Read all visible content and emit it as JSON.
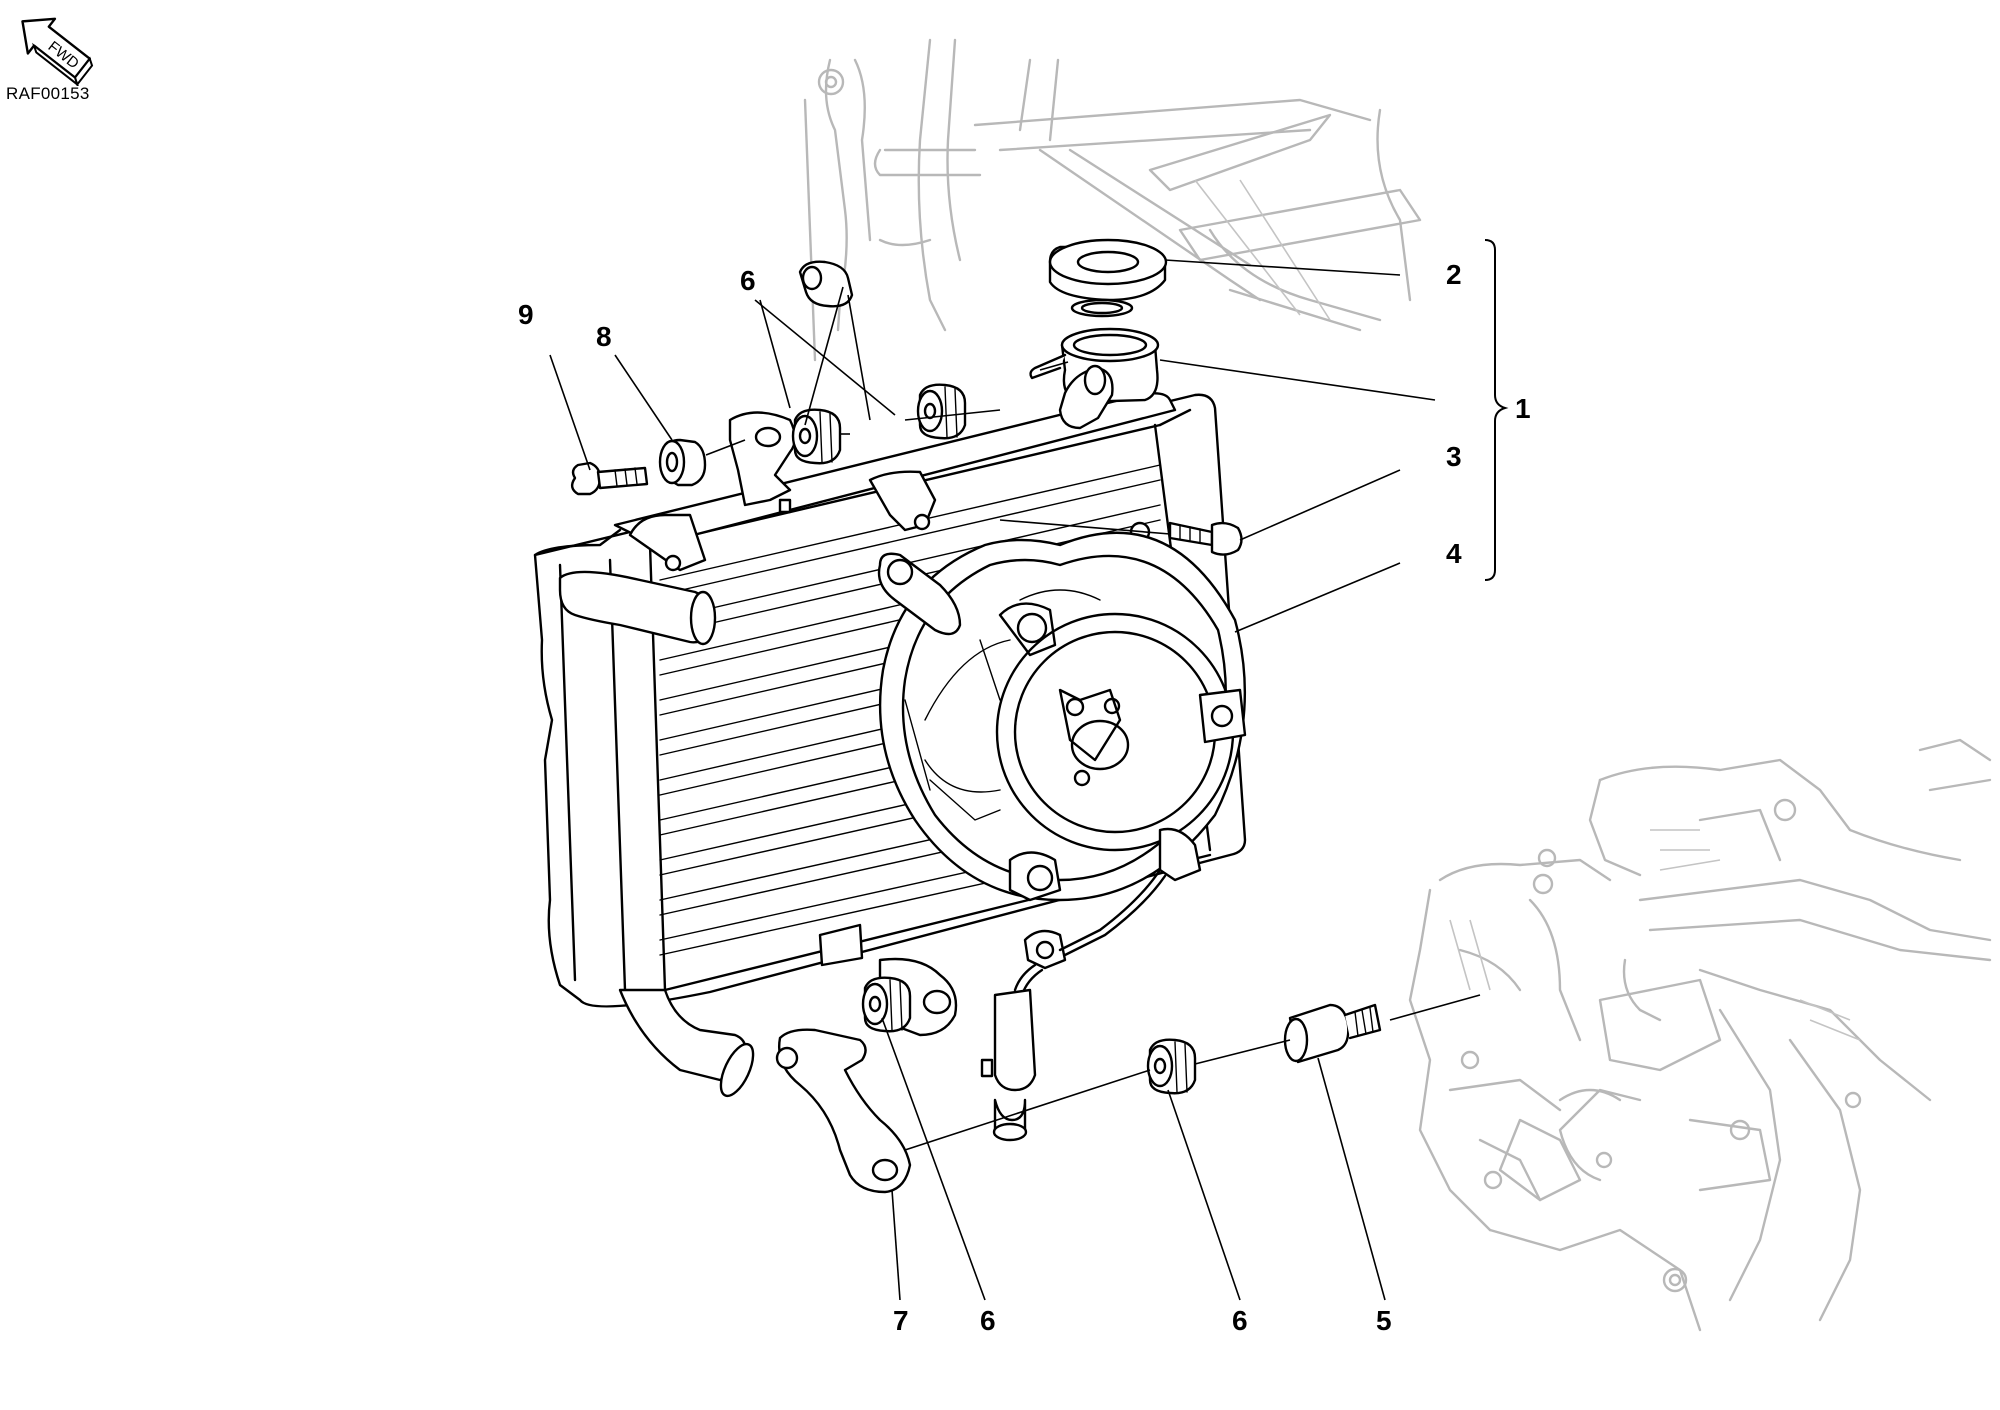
{
  "header": {
    "fwd_label": "FWD",
    "drawing_code": "RAF00153"
  },
  "callouts": [
    {
      "number": "1"
    },
    {
      "number": "2"
    },
    {
      "number": "3"
    },
    {
      "number": "4"
    },
    {
      "number": "5"
    },
    {
      "number": "6"
    },
    {
      "number": "6"
    },
    {
      "number": "6"
    },
    {
      "number": "7"
    },
    {
      "number": "8"
    },
    {
      "number": "9"
    }
  ],
  "icons": {
    "fwd_arrow": "fwd-arrow-icon"
  }
}
